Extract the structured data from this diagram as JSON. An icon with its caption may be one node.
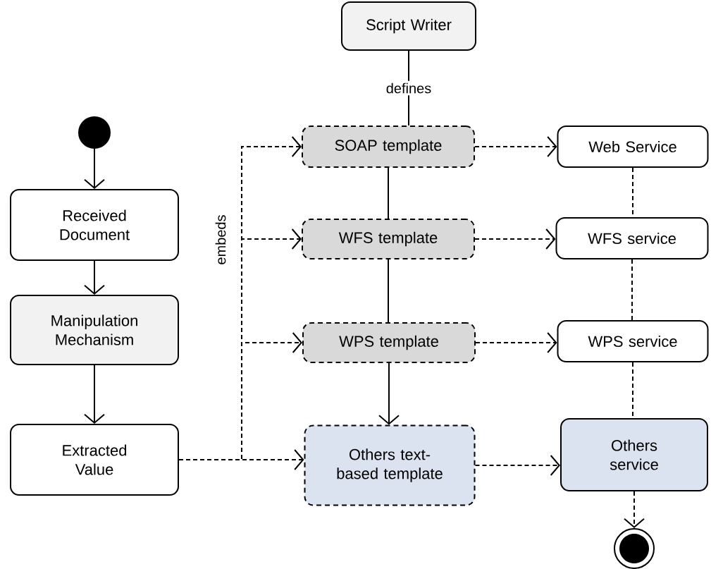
{
  "diagram": {
    "nodes": [
      {
        "text": [],
        "shape": "circle"
      },
      {
        "text": [
          "Received Document"
        ]
      },
      {
        "text": [
          "Manipulation Mechanism"
        ]
      },
      {
        "text": [
          "Extracted Value"
        ]
      },
      {
        "text": [
          "Script Writer"
        ]
      },
      {
        "text": [
          "SOAP template"
        ]
      },
      {
        "text": [
          "WFS template"
        ]
      },
      {
        "text": [
          "WPS template"
        ]
      },
      {
        "text": [
          "Others text-based template"
        ]
      },
      {
        "text": [
          "Web Service"
        ]
      },
      {
        "text": [
          "WFS service"
        ]
      },
      {
        "text": [
          "WPS service"
        ]
      },
      {
        "text": [
          "Others service"
        ]
      },
      {
        "text": [],
        "shape": "bullseye"
      }
    ],
    "edges": [
      {
        "from": 0,
        "to": 1,
        "arrow": "to"
      },
      {
        "from": 1,
        "to": 2,
        "arrow": "to"
      },
      {
        "from": 2,
        "to": 3,
        "arrow": "to"
      },
      {
        "from": 4,
        "to": 5,
        "arrow": "none",
        "label": "defines"
      },
      {
        "from": 5,
        "to": 6,
        "arrow": "none"
      },
      {
        "from": 6,
        "to": 7,
        "arrow": "none"
      },
      {
        "from": 7,
        "to": 8,
        "arrow": "to"
      },
      {
        "from": 3,
        "to": 5,
        "arrow": "to",
        "style": "dashed",
        "label": "embeds"
      },
      {
        "from": 3,
        "to": 6,
        "arrow": "to",
        "style": "dashed"
      },
      {
        "from": 3,
        "to": 7,
        "arrow": "to",
        "style": "dashed"
      },
      {
        "from": 3,
        "to": 8,
        "arrow": "to",
        "style": "dashed"
      },
      {
        "from": 5,
        "to": 9,
        "arrow": "to",
        "style": "dashed"
      },
      {
        "from": 6,
        "to": 10,
        "arrow": "to",
        "style": "dashed"
      },
      {
        "from": 7,
        "to": 11,
        "arrow": "to",
        "style": "dashed"
      },
      {
        "from": 8,
        "to": 12,
        "arrow": "to",
        "style": "dashed"
      },
      {
        "from": 9,
        "to": 10,
        "arrow": "none",
        "style": "dashed"
      },
      {
        "from": 10,
        "to": 11,
        "arrow": "none",
        "style": "dashed"
      },
      {
        "from": 11,
        "to": 12,
        "arrow": "none",
        "style": "dashed"
      },
      {
        "from": 12,
        "to": 13,
        "arrow": "to",
        "style": "dashed"
      }
    ]
  }
}
